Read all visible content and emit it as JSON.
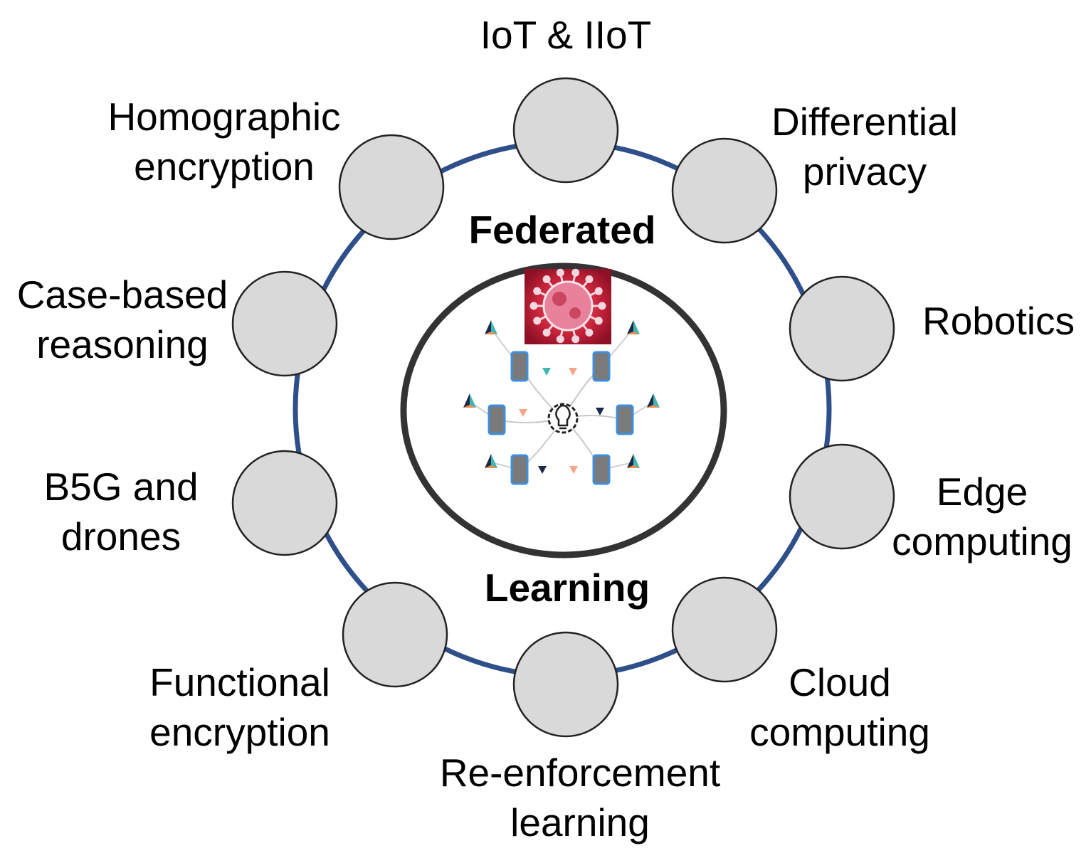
{
  "center": {
    "title_top": "Federated",
    "title_bottom": "Learning",
    "image": "virus-image",
    "network_icon": "federated-network-icon",
    "hub_icon": "lightbulb-gear-icon"
  },
  "colors": {
    "ring": "#2f4f8a",
    "node_fill": "#d9d9d9",
    "node_stroke": "#222222",
    "center_stroke": "#333333",
    "virus_bg": "#c8243c",
    "phone": "#7a7a7a",
    "phone_edge": "#3d8fe0"
  },
  "nodes": [
    {
      "id": "iot",
      "lines": [
        "IoT & IIoT"
      ]
    },
    {
      "id": "differential-privacy",
      "lines": [
        "Differential",
        "privacy"
      ]
    },
    {
      "id": "robotics",
      "lines": [
        "Robotics"
      ]
    },
    {
      "id": "edge-computing",
      "lines": [
        "Edge",
        "computing"
      ]
    },
    {
      "id": "cloud-computing",
      "lines": [
        "Cloud",
        "computing"
      ]
    },
    {
      "id": "re-enforcement-learning",
      "lines": [
        "Re-enforcement",
        "learning"
      ]
    },
    {
      "id": "functional-encryption",
      "lines": [
        "Functional",
        "encryption"
      ]
    },
    {
      "id": "b5g-drones",
      "lines": [
        "B5G and",
        "drones"
      ]
    },
    {
      "id": "case-based-reasoning",
      "lines": [
        "Case-based",
        "reasoning"
      ]
    },
    {
      "id": "homographic-encryption",
      "lines": [
        "Homographic",
        "encryption"
      ]
    }
  ]
}
